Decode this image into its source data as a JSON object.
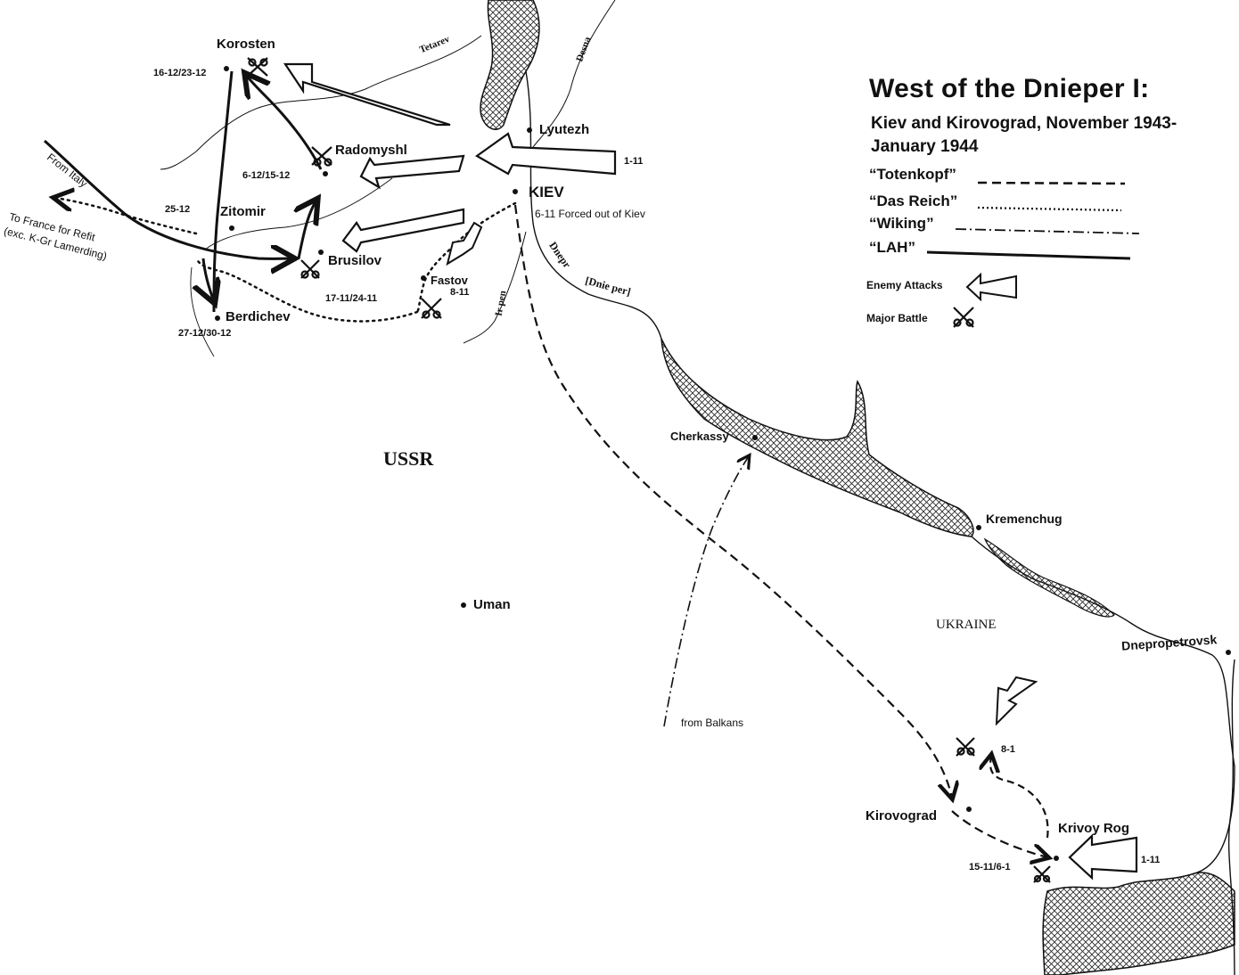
{
  "title": "West of the Dnieper I:",
  "subtitle": "Kiev and Kirovograd, November 1943-January 1944",
  "legend": {
    "totenkopf": "“Totenkopf”",
    "das_reich": "“Das Reich”",
    "wiking": "“Wiking”",
    "lah": "“LAH”",
    "enemy_attacks": "Enemy Attacks",
    "major_battle": "Major Battle"
  },
  "regions": {
    "ussr": "USSR",
    "ukraine": "UKRAINE"
  },
  "cities": {
    "korosten": "Korosten",
    "radomyshl": "Radomyshl",
    "zitomir": "Zitomir",
    "brusilov": "Brusilov",
    "fastov": "Fastov",
    "berdichev": "Berdichev",
    "lyutezh": "Lyutezh",
    "kiev": "KIEV",
    "cherkassy": "Cherkassy",
    "kremenchug": "Kremenchug",
    "uman": "Uman",
    "dnepropetrovsk": "Dnepropetrovsk",
    "kirovograd": "Kirovograd",
    "krivoy_rog": "Krivoy Rog"
  },
  "rivers": {
    "tetarev": "Tetarev",
    "desna": "Desna",
    "dnepr": "Dnepr",
    "dnieper": "[Dnie per]",
    "irpen": "Ir pen"
  },
  "dates": {
    "korosten": "16-12/23-12",
    "radomyshl": "6-12/15-12",
    "zitomir": "25-12",
    "fastov": "8-11",
    "brusilov_fastov": "17-11/24-11",
    "berdichev": "27-12/30-12",
    "lyutezh": "1-11",
    "kiev": "6-11 Forced out of Kiev",
    "krivoy_rog_attack": "1-11",
    "krivoy_rog": "15-11/6-1",
    "battle_north_krivoy": "8-1"
  },
  "notes": {
    "from_italy": "From Italy",
    "to_france_1": "To France for Refit",
    "to_france_2": "(exc. K-Gr Lamerding)",
    "from_balkans": "from Balkans"
  }
}
